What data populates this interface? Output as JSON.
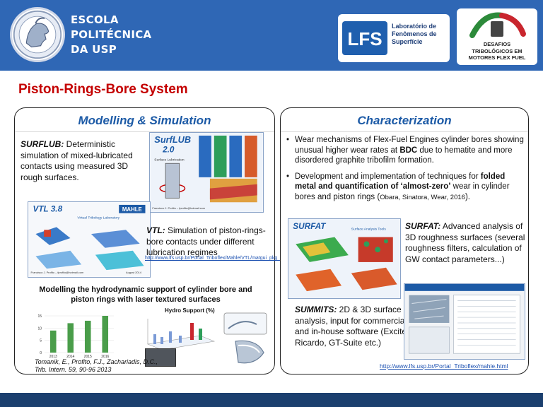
{
  "header": {
    "school_line1": "ESCOLA",
    "school_line2": "POLITÉCNICA",
    "school_line3": "DA USP",
    "lab_acronym": "LFS",
    "lab_line1": "Laboratório de",
    "lab_line2": "Fenômenos de",
    "lab_line3": "Superfície",
    "project_line1": "DESAFIOS",
    "project_line2": "TRIBOLÓGICOS EM",
    "project_line3": "MOTORES FLEX FUEL"
  },
  "title": "Piston-Rings-Bore System",
  "modelling": {
    "heading": "Modelling & Simulation",
    "surflub_name": "SURFLUB:",
    "surflub_desc": " Deterministic simulation of mixed-lubricated contacts using measured 3D rough surfaces.",
    "surflub_thumb_title": "SurfLUB",
    "surflub_thumb_version": "2.0",
    "surflub_thumb_subtitle": "Surface Lubrication",
    "surflub_thumb_author": "Francisco J. Profito – fprofito@hotmail.com",
    "vtl_thumb_title": "VTL 3.8",
    "vtl_thumb_subtitle": "Virtual Tribology Laboratory",
    "vtl_thumb_brand": "MAHLE",
    "vtl_thumb_author": "Francisco J. Profito – fprofito@hotmail.com",
    "vtl_thumb_date": "August 2014",
    "vtl_name": "VTL:",
    "vtl_desc": " Simulation of piston-rings-bore contacts under different lubrication regimes",
    "vtl_link": "http://www.lfs.usp.br/Portal_Triboflex/Mahle/VTL/matgui_pkg_complete.exe",
    "hydro_title": "Modelling the hydrodynamic support of cylinder bore and piston rings with laser textured surfaces",
    "hydro_chart_label": "Hydro Support (%)",
    "citation": "Tomanik, E., Profito, F.J., Zachariadis, D.C., Trib. Intern. 59, 90-96 2013"
  },
  "characterization": {
    "heading": "Characterization",
    "bullet1_pre": "Wear mechanisms of Flex-Fuel Engines cylinder bores showing unusual higher wear rates at ",
    "bullet1_bold": "BDC",
    "bullet1_post": " due to hematite and more disordered graphite tribofilm formation.",
    "bullet2_pre": "Development and implementation of techniques for ",
    "bullet2_bold": "folded metal and quantification of ‘almost-zero’",
    "bullet2_post": " wear in cylinder bores and piston rings (",
    "bullet2_ref": "Obara, Sinatora, Wear, 2016",
    "bullet2_end": ").",
    "surfat_thumb_title": "SURFAT",
    "surfat_thumb_subtitle": "Surface Analysis Tools",
    "surfat_name": "SURFAT:",
    "surfat_desc": " Advanced analysis of 3D roughness surfaces (several roughness filters, calculation of GW contact parameters...)",
    "summits_name": "SUMMITS:",
    "summits_desc": " 2D & 3D surface analysis, input for commercial and in-house software (Excite, Ricardo, GT-Suite etc.)",
    "link": "http://www.lfs.usp.br/Portal_Triboflex/mahle.html"
  },
  "chart_data": {
    "type": "bar",
    "categories": [
      "2013",
      "2014",
      "2015",
      "2016"
    ],
    "values": [
      9,
      12,
      13,
      15
    ],
    "ylim": [
      0,
      15
    ],
    "yticks": [
      "0",
      "5",
      "10",
      "15"
    ]
  },
  "colors": {
    "header_blue": "#2f67b5",
    "title_red": "#c40000",
    "panel_heading_blue": "#1c5aa6",
    "bar_green": "#4a9d4a",
    "footer_blue": "#1b3f6e"
  }
}
